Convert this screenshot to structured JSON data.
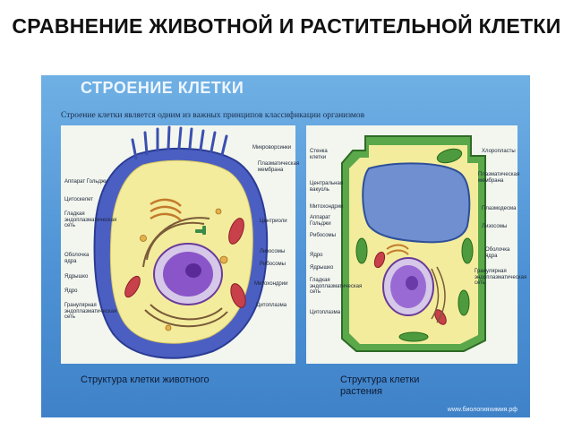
{
  "slide_title": "СРАВНЕНИЕ ЖИВОТНОЙ И РАСТИТЕЛЬНОЙ КЛЕТКИ",
  "poster": {
    "title": "СТРОЕНИЕ КЛЕТКИ",
    "subtitle": "Строение клетки является одним из важных принципов классификации организмов",
    "website": "www.биологияхимия.рф",
    "animal": {
      "caption": "Структура клетки животного",
      "labels_left": [
        "Аппарат Гольджи",
        "Цитоскелет",
        "Гладкая эндоплазматическая сеть",
        "Оболочка ядра",
        "Ядрышко",
        "Ядро",
        "Гранулярная эндоплазматическая сеть"
      ],
      "labels_right": [
        "Микроворсинки",
        "Плазматическая мембрана",
        "Центриоли",
        "Лизосомы",
        "Рибосомы",
        "Митохондрии",
        "Цитоплазма"
      ]
    },
    "plant": {
      "caption": "Структура клетки растения",
      "labels_left": [
        "Стенка клетки",
        "Центральная вакуоль",
        "Митохондрии",
        "Аппарат Гольджи",
        "Рибосомы",
        "Ядро",
        "Ядрышко",
        "Гладкая эндоплазматическая сеть",
        "Цитоплазма"
      ],
      "labels_right": [
        "Хлоропласты",
        "Плазматическая мембрана",
        "Плазмодесма",
        "Лизосомы",
        "Оболочка ядра",
        "Гранулярная эндоплазматическая сеть"
      ]
    }
  },
  "colors": {
    "background": "#5a9fdc",
    "animal_membrane": "#4a5fc0",
    "cytoplasm": "#f3ec9c",
    "nucleus": "#8a55c8",
    "plant_wall": "#5aa84a",
    "vacuole": "#6f8fd0",
    "mitochondria": "#c8404a"
  }
}
